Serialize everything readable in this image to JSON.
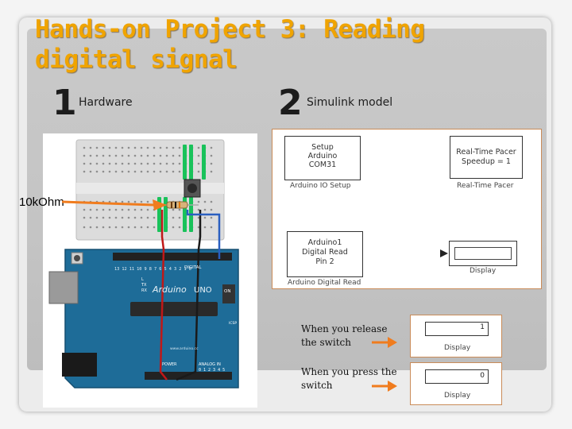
{
  "slide": {
    "title": "Hands-on Project 3: Reading digital signal",
    "step1": {
      "number": "1",
      "label": "Hardware"
    },
    "step2": {
      "number": "2",
      "label": "Simulink model"
    },
    "resistor_label": "10kOhm"
  },
  "simulink": {
    "setup_block": {
      "lines": [
        "Setup",
        "Arduino",
        "COM31"
      ],
      "caption": "Arduino IO Setup"
    },
    "pacer_block": {
      "lines": [
        "Real-Time Pacer",
        "Speedup = 1"
      ],
      "caption": "Real-Time Pacer"
    },
    "read_block": {
      "lines": [
        "Arduino1",
        "Digital Read",
        "Pin 2"
      ],
      "caption": "Arduino Digital Read"
    },
    "display_block": {
      "caption": "Display"
    }
  },
  "notes": [
    {
      "text": "When you release the switch",
      "display_value": "1",
      "display_caption": "Display"
    },
    {
      "text": "When you press the switch",
      "display_value": "0",
      "display_caption": "Display"
    }
  ],
  "board": {
    "brand": "Arduino",
    "model": "UNO",
    "on_label": "ON",
    "tx_label": "TX",
    "rx_label": "RX",
    "l_label": "L",
    "digital_label": "DIGITAL",
    "power_label": "POWER",
    "analog_label": "ANALOG IN",
    "icsp_label": "ICSP",
    "pin_row": "13 12 11 10 9 8   7 6 5 4 3 2 1 0",
    "analog_pins": "0 1 2 3 4 5",
    "url": "www.arduino.cc"
  },
  "colors": {
    "title": "#f0a400",
    "arrow": "#f07c1e",
    "board": "#1e6c98",
    "wire_red": "#c01818",
    "wire_black": "#1a1a1a",
    "wire_blue": "#2a5fc0",
    "breadboard_highlight": "#19c25a"
  }
}
